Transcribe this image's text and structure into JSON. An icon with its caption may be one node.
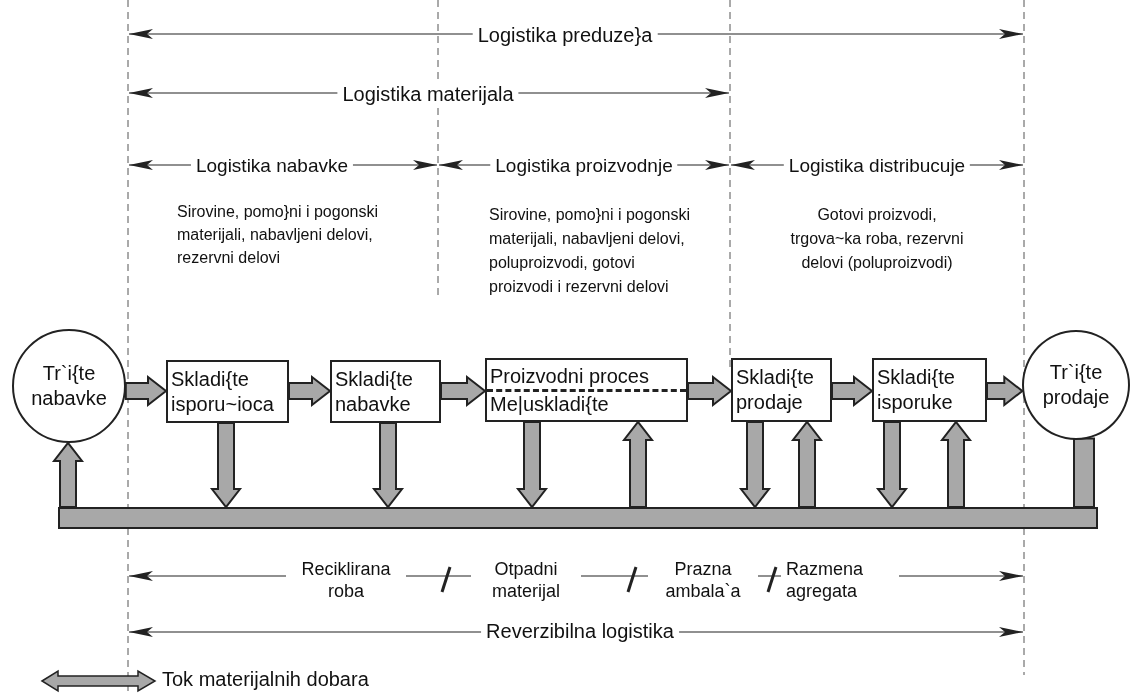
{
  "diagram": {
    "nodes": [
      {
        "text": [
          "Tr`i{te nabavke"
        ]
      },
      {
        "text": [
          "Skladi{te isporu~ioca"
        ]
      },
      {
        "text": [
          "Skladi{te nabavke"
        ]
      },
      {
        "text": [
          "Proizvodni proces",
          "Me|uskladi{te"
        ]
      },
      {
        "text": [
          "Skladi{te prodaje"
        ]
      },
      {
        "text": [
          "Skladi{te isporuke"
        ]
      },
      {
        "text": [
          "Tr`i{te prodaje"
        ]
      },
      {
        "text": [],
        "shape": "bar"
      }
    ],
    "edges": [
      {
        "from": 0,
        "to": 1,
        "arrow": "to"
      },
      {
        "from": 1,
        "to": 2,
        "arrow": "to"
      },
      {
        "from": 2,
        "to": 3,
        "arrow": "to"
      },
      {
        "from": 3,
        "to": 4,
        "arrow": "to"
      },
      {
        "from": 4,
        "to": 5,
        "arrow": "to"
      },
      {
        "from": 5,
        "to": 6,
        "arrow": "to"
      },
      {
        "from": 1,
        "to": 7,
        "arrow": "to"
      },
      {
        "from": 2,
        "to": 7,
        "arrow": "to"
      },
      {
        "from": 3,
        "to": 7,
        "arrow": "to"
      },
      {
        "from": 7,
        "to": 3,
        "arrow": "to"
      },
      {
        "from": 4,
        "to": 7,
        "arrow": "to"
      },
      {
        "from": 7,
        "to": 4,
        "arrow": "to"
      },
      {
        "from": 5,
        "to": 7,
        "arrow": "to"
      },
      {
        "from": 7,
        "to": 5,
        "arrow": "to"
      },
      {
        "from": 6,
        "to": 7,
        "arrow": "none"
      },
      {
        "from": 7,
        "to": 0,
        "arrow": "to"
      }
    ],
    "labels": [
      "Logistika preduze}a",
      "Logistika materijala",
      "Logistika nabavke",
      "Logistika proizvodnje",
      "Logistika distribucuje",
      "Sirovine, pomo}ni i pogonski materijali, nabavljeni delovi, rezervni delovi",
      "Sirovine, pomo}ni i pogonski materijali, nabavljeni delovi, poluproizvodi, gotovi proizvodi i rezervni delovi",
      "Gotovi proizvodi, trgova~ka roba, rezervni delovi (poluproizvodi)",
      "Reciklirana roba",
      "Otpadni materijal",
      "Prazna ambala`a",
      "Razmena agregata",
      "Reverzibilna logistika"
    ],
    "legend": [
      {
        "text": "Tok materijalnih dobara"
      }
    ]
  }
}
